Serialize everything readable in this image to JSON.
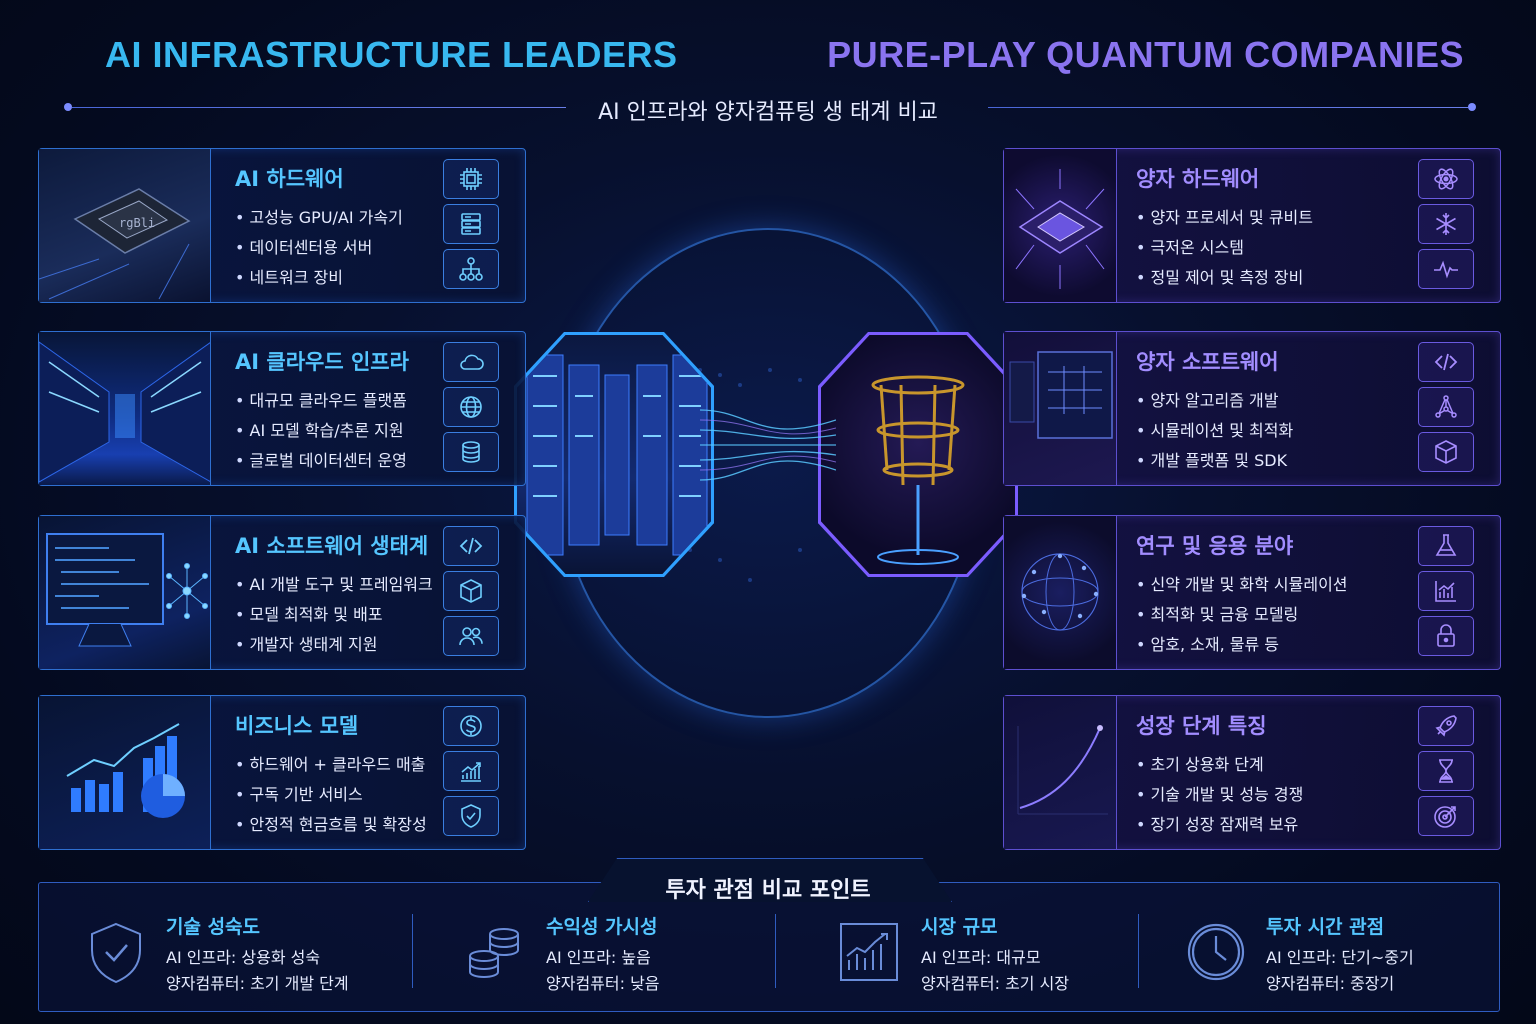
{
  "header": {
    "left_title": "AI INFRASTRUCTURE LEADERS",
    "right_title": "PURE-PLAY QUANTUM COMPANIES",
    "subtitle": "AI 인프라와 양자컴퓨팅 생 태계 비교"
  },
  "ai_panels": [
    {
      "title": "AI 하드웨어",
      "bullets": [
        "고성능 GPU/AI 가속기",
        "데이터센터용 서버",
        "네트워크 장비"
      ],
      "icons": [
        "chip-icon",
        "server-icon",
        "network-icon"
      ],
      "thumb_label": "rgBli"
    },
    {
      "title": "AI 클라우드 인프라",
      "bullets": [
        "대규모 클라우드 플랫폼",
        "AI 모델 학습/추론 지원",
        "글로벌 데이터센터 운영"
      ],
      "icons": [
        "cloud-icon",
        "globe-icon",
        "database-icon"
      ]
    },
    {
      "title": "AI 소프트웨어 생태계",
      "bullets": [
        "AI 개발 도구 및 프레임워크",
        "모델 최적화 및 배포",
        "개발자 생태계 지원"
      ],
      "icons": [
        "code-icon",
        "cube-icon",
        "users-icon"
      ]
    },
    {
      "title": "비즈니스 모델",
      "bullets": [
        "하드웨어 + 클라우드 매출",
        "구독 기반 서비스",
        "안정적 현금흐름 및 확장성"
      ],
      "icons": [
        "dollar-icon",
        "growth-chart-icon",
        "shield-check-icon"
      ]
    }
  ],
  "quantum_panels": [
    {
      "title": "양자 하드웨어",
      "bullets": [
        "양자 프로세서 및 큐비트",
        "극저온 시스템",
        "정밀 제어 및 측정 장비"
      ],
      "icons": [
        "atom-icon",
        "snowflake-icon",
        "pulse-icon"
      ]
    },
    {
      "title": "양자 소프트웨어",
      "bullets": [
        "양자 알고리즘 개발",
        "시뮬레이션 및 최적화",
        "개발 플랫폼 및 SDK"
      ],
      "icons": [
        "code-icon",
        "graph-nodes-icon",
        "cube-icon"
      ]
    },
    {
      "title": "연구 및 응용 분야",
      "bullets": [
        "신약 개발 및 화학 시뮬레이션",
        "최적화 및 금융 모델링",
        "암호, 소재, 물류 등"
      ],
      "icons": [
        "flask-icon",
        "bar-chart-icon",
        "lock-icon"
      ]
    },
    {
      "title": "성장 단계 특징",
      "bullets": [
        "초기 상용화 단계",
        "기술 개발 및 성능 경쟁",
        "장기 성장 잠재력 보유"
      ],
      "icons": [
        "rocket-icon",
        "hourglass-icon",
        "target-icon"
      ]
    }
  ],
  "bottom": {
    "title": "투자 관점 비교 포인트",
    "items": [
      {
        "title": "기술 성숙도",
        "a": "AI 인프라: 상용화 성숙",
        "b": "양자컴퓨터: 초기 개발 단계",
        "icon": "shield-check-icon"
      },
      {
        "title": "수익성 가시성",
        "a": "AI 인프라: 높음",
        "b": "양자컴퓨터: 낮음",
        "icon": "coins-icon"
      },
      {
        "title": "시장 규모",
        "a": "AI 인프라: 대규모",
        "b": "양자컴퓨터: 초기 시장",
        "icon": "bar-chart-icon"
      },
      {
        "title": "투자 시간 관점",
        "a": "AI 인프라: 단기~중기",
        "b": "양자컴퓨터: 중장기",
        "icon": "clock-icon"
      }
    ]
  },
  "colors": {
    "ai_accent": "#55c6ff",
    "quantum_accent": "#a28dff",
    "background": "#050c24"
  }
}
